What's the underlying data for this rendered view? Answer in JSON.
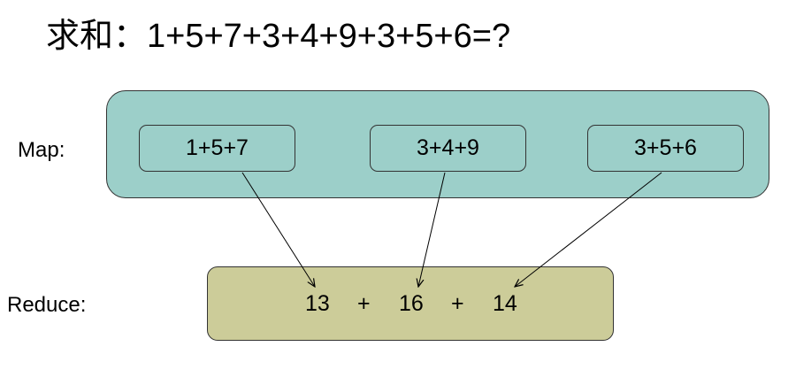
{
  "title": {
    "prefix": "求和：",
    "expression": "1+5+7+3+4+9+3+5+6=?"
  },
  "labels": {
    "map": "Map:",
    "reduce": "Reduce:"
  },
  "map": {
    "boxes": [
      "1+5+7",
      "3+4+9",
      "3+5+6"
    ]
  },
  "reduce": {
    "values": [
      "13",
      "16",
      "14"
    ],
    "operator": "+"
  },
  "colors": {
    "map_fill": "#9ccfc9",
    "reduce_fill": "#cccc99",
    "border": "#333333"
  }
}
